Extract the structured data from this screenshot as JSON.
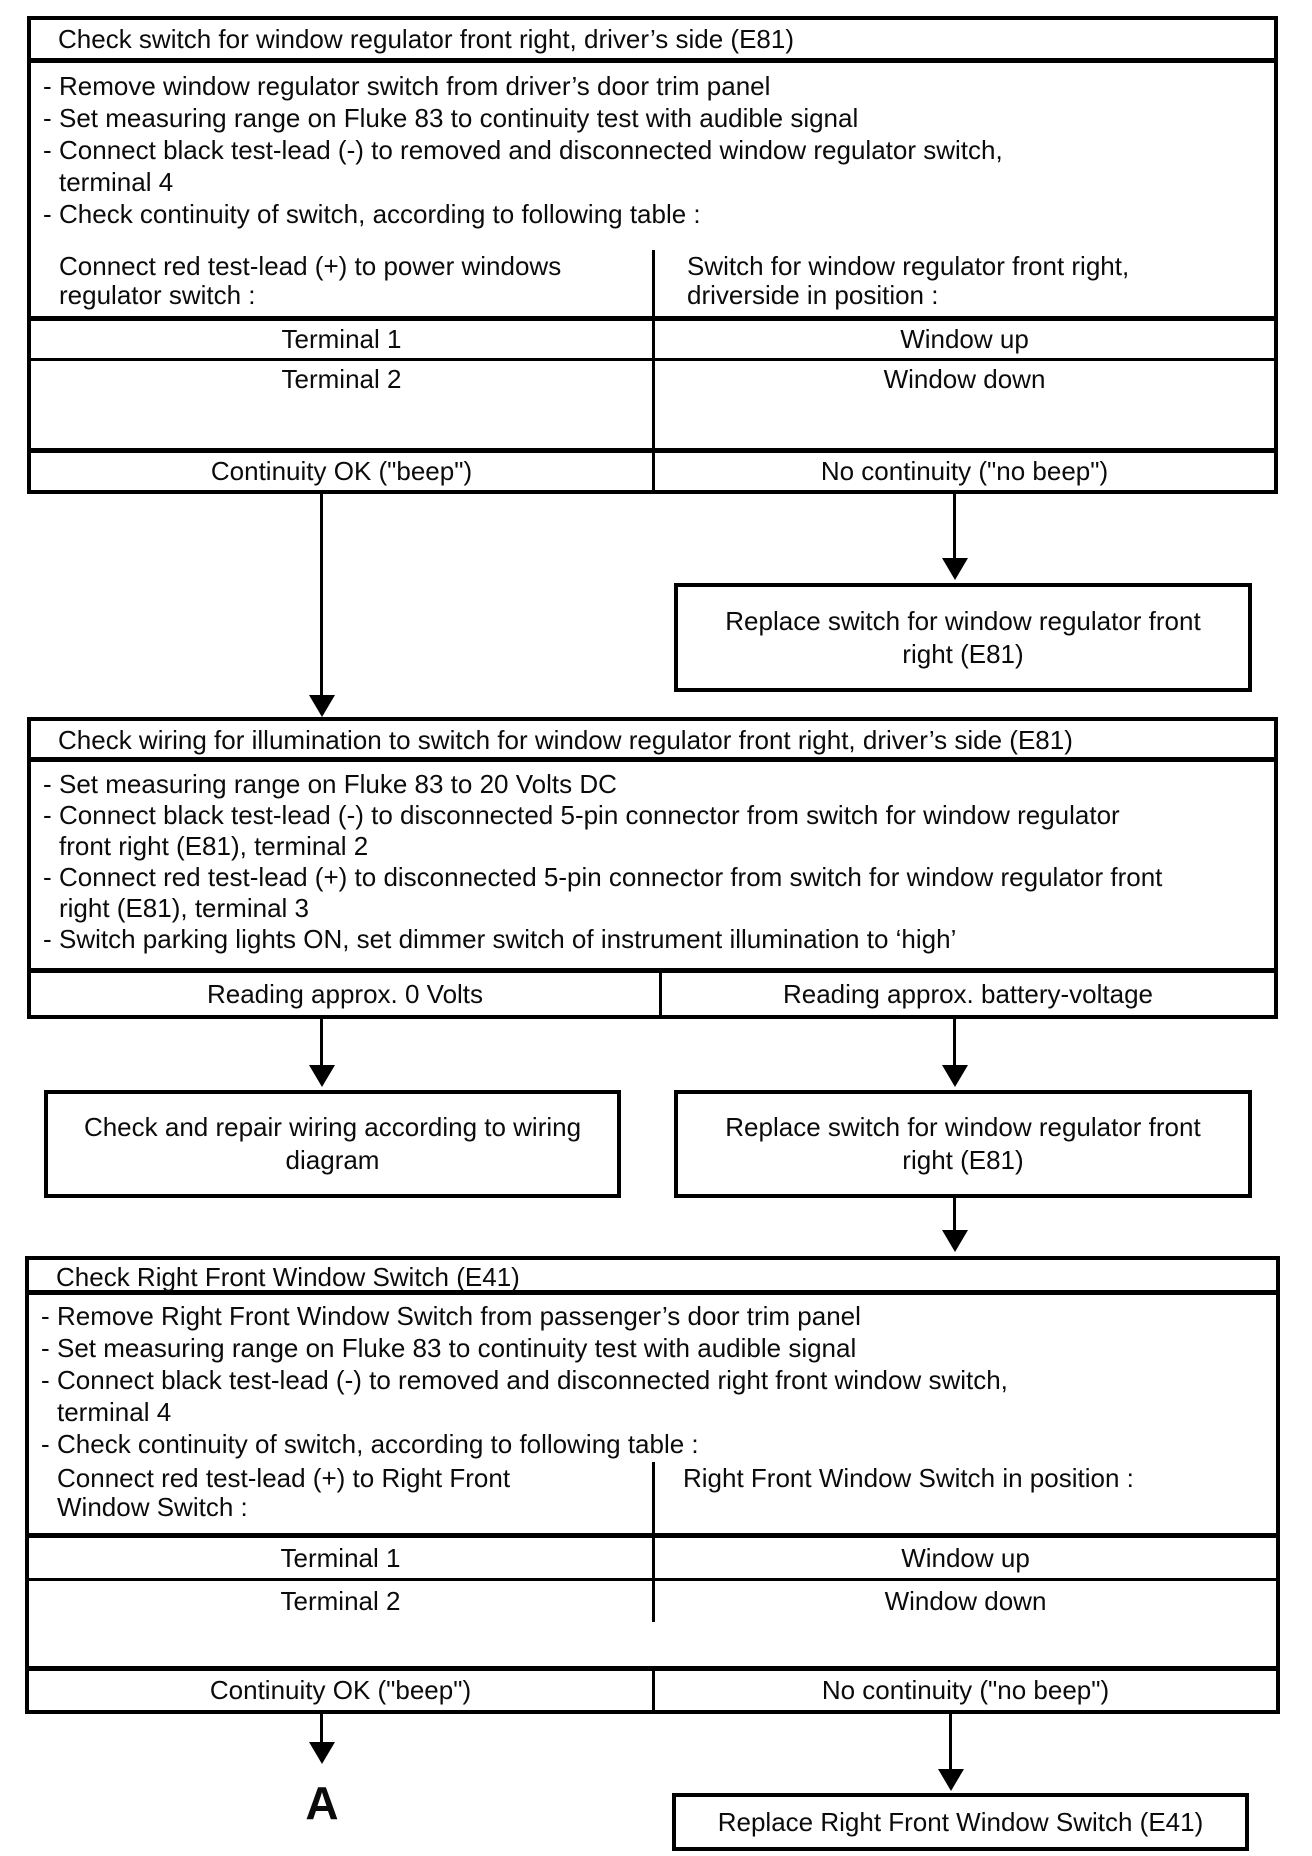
{
  "flowchart": {
    "bullet": "-",
    "connector_label": "A",
    "colors": {
      "ink": "#000000",
      "paper": "#ffffff"
    },
    "sections": [
      {
        "title": "Check switch for window regulator front right, driver’s side (E81)",
        "steps": [
          "Remove window regulator switch from driver’s door trim panel",
          "Set measuring range on Fluke 83 to continuity test with audible signal",
          "Connect black test-lead (-) to removed and disconnected window regulator switch,\nterminal 4",
          "Check continuity of switch, according to following table :"
        ],
        "table": {
          "left_header": "Connect red test-lead (+) to power windows\nregulator switch :",
          "right_header": "Switch for window regulator front right,\ndriverside in position :",
          "rows": [
            {
              "terminal": "Terminal 1",
              "position": "Window up"
            },
            {
              "terminal": "Terminal 2",
              "position": "Window down"
            }
          ],
          "outcome_left": "Continuity OK (\"beep\")",
          "outcome_right": "No continuity (\"no beep\")"
        }
      },
      {
        "title": "Check wiring for illumination to switch for window regulator front right, driver’s side (E81)",
        "steps": [
          "Set measuring range on Fluke 83 to 20 Volts DC",
          "Connect black test-lead (-) to disconnected 5-pin connector from switch for window regulator\nfront right (E81), terminal 2",
          "Connect red test-lead (+) to disconnected 5-pin connector from switch for window regulator front\nright (E81), terminal 3",
          "Switch parking lights ON, set dimmer switch of instrument illumination to ‘high’"
        ],
        "outcome_left": "Reading approx. 0 Volts",
        "outcome_right": "Reading approx. battery-voltage"
      },
      {
        "title": "Check Right Front Window Switch (E41)",
        "steps": [
          "Remove Right Front Window Switch from passenger’s door trim panel",
          "Set measuring range on Fluke 83 to continuity test with audible signal",
          "Connect black test-lead (-) to removed and disconnected right front window switch,\nterminal 4",
          "Check continuity of switch, according to following table :"
        ],
        "table": {
          "left_header": "Connect red test-lead (+) to Right Front\nWindow Switch :",
          "right_header": "Right Front Window Switch in position :",
          "rows": [
            {
              "terminal": "Terminal 1",
              "position": "Window up"
            },
            {
              "terminal": "Terminal 2",
              "position": "Window down"
            }
          ],
          "outcome_left": "Continuity OK (\"beep\")",
          "outcome_right": "No continuity (\"no beep\")"
        }
      }
    ],
    "action_boxes": {
      "replace_e81_top": "Replace switch for window regulator front\nright (E81)",
      "check_repair_wiring": "Check and repair wiring according to wiring\ndiagram",
      "replace_e81_mid": "Replace switch for window regulator front\nright (E81)",
      "replace_e41": "Replace Right Front Window Switch (E41)"
    }
  }
}
